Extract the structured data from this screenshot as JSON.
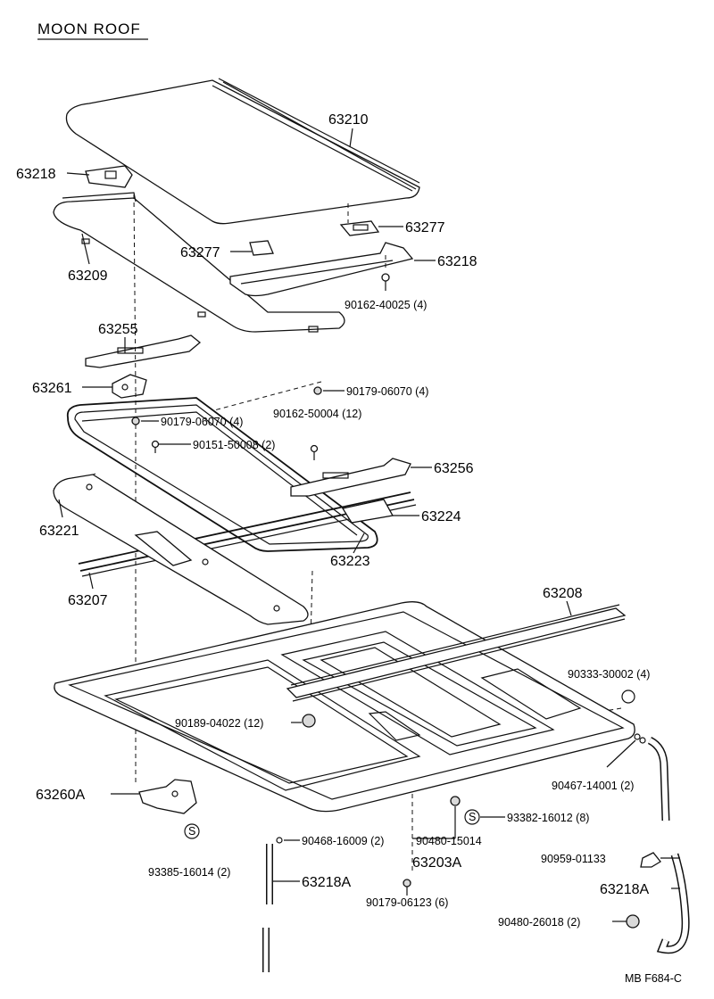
{
  "title": "MOON ROOF",
  "code": "MB  F684-C",
  "labels": {
    "p63210": "63210",
    "p63218_a": "63218",
    "p63209": "63209",
    "p63277_a": "63277",
    "p63277_b": "63277",
    "p63218_b": "63218",
    "p90162_40025": "90162-40025 (4)",
    "p63255": "63255",
    "p63261": "63261",
    "p90179_06070_a": "90179-06070 (4)",
    "p90179_06070_b": "90179-06070 (4)",
    "p90162_50004": "90162-50004 (12)",
    "p90151_50008": "90151-50008 (2)",
    "p63256": "63256",
    "p63221": "63221",
    "p63224": "63224",
    "p63223": "63223",
    "p63207": "63207",
    "p63208": "63208",
    "p90333_30002": "90333-30002 (4)",
    "p90189_04022": "90189-04022 (12)",
    "p90467_14001": "90467-14001 (2)",
    "p63260A": "63260A",
    "p93382_16012": "93382-16012 (8)",
    "p90468_16009": "90468-16009 (2)",
    "p90480_15014": "90480-15014",
    "p63203A": "63203A",
    "p90959_01133": "90959-01133",
    "p93385_16014": "93385-16014 (2)",
    "p63218A_a": "63218A",
    "p63218A_b": "63218A",
    "p90179_06123": "90179-06123 (6)",
    "p90480_26018": "90480-26018 (2)"
  },
  "symbol_s": "S"
}
